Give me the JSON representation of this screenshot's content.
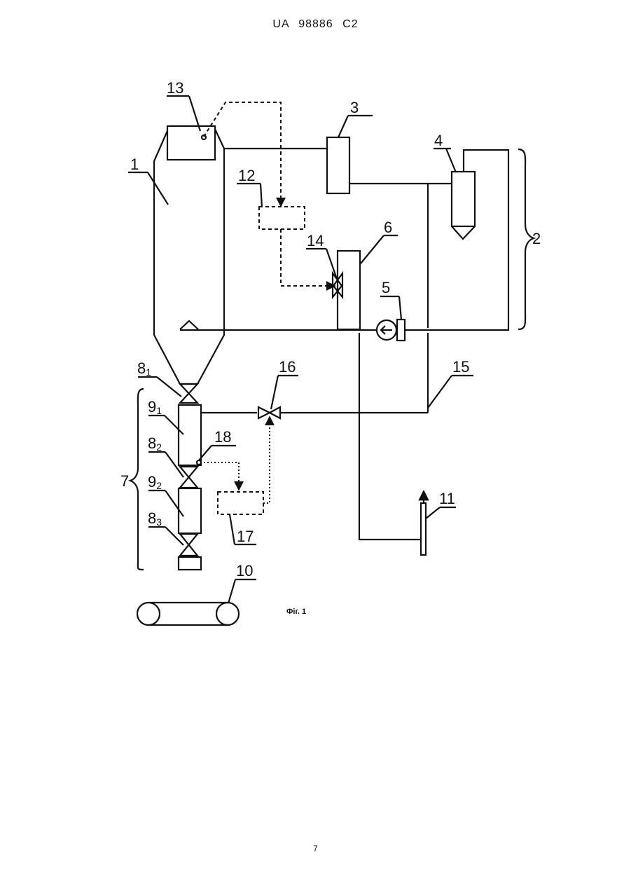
{
  "header": {
    "text": "UA   98886   C2"
  },
  "caption": "Фіг. 1",
  "page_number": "7",
  "labels": {
    "l1": "1",
    "l2": "2",
    "l3": "3",
    "l4": "4",
    "l5": "5",
    "l6": "6",
    "l7": "7",
    "l8_1": "8",
    "l8_1_sub": "1",
    "l8_2": "8",
    "l8_2_sub": "2",
    "l8_3": "8",
    "l8_3_sub": "3",
    "l9_1": "9",
    "l9_1_sub": "1",
    "l9_2": "9",
    "l9_2_sub": "2",
    "l10": "10",
    "l11": "11",
    "l12": "12",
    "l13": "13",
    "l14": "14",
    "l15": "15",
    "l16": "16",
    "l17": "17",
    "l18": "18"
  }
}
